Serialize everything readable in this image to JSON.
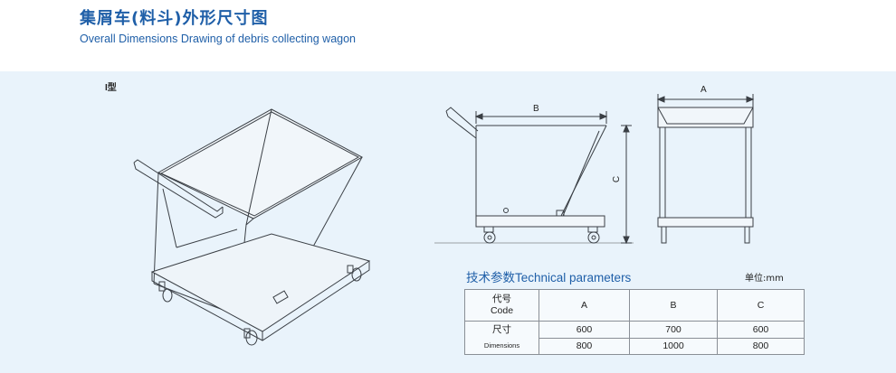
{
  "title": {
    "zh": "集屑车(料斗)外形尺寸图",
    "en": "Overall Dimensions Drawing of debris collecting wagon"
  },
  "drawing": {
    "type_label": "I型",
    "dim_a": "A",
    "dim_b": "B",
    "dim_c": "C"
  },
  "parameters": {
    "title": "技术参数Technical parameters",
    "unit": "单位:mm",
    "code_label_zh": "代号",
    "code_label_en": "Code",
    "size_label_zh": "尺寸",
    "size_label_en": "Dimensions",
    "columns": [
      "A",
      "B",
      "C"
    ],
    "rows": [
      [
        "600",
        "700",
        "600"
      ],
      [
        "800",
        "1000",
        "800"
      ]
    ]
  },
  "colors": {
    "title": "#1f5fa8",
    "panel": "#e9f3fb",
    "line": "#3a3f45"
  }
}
